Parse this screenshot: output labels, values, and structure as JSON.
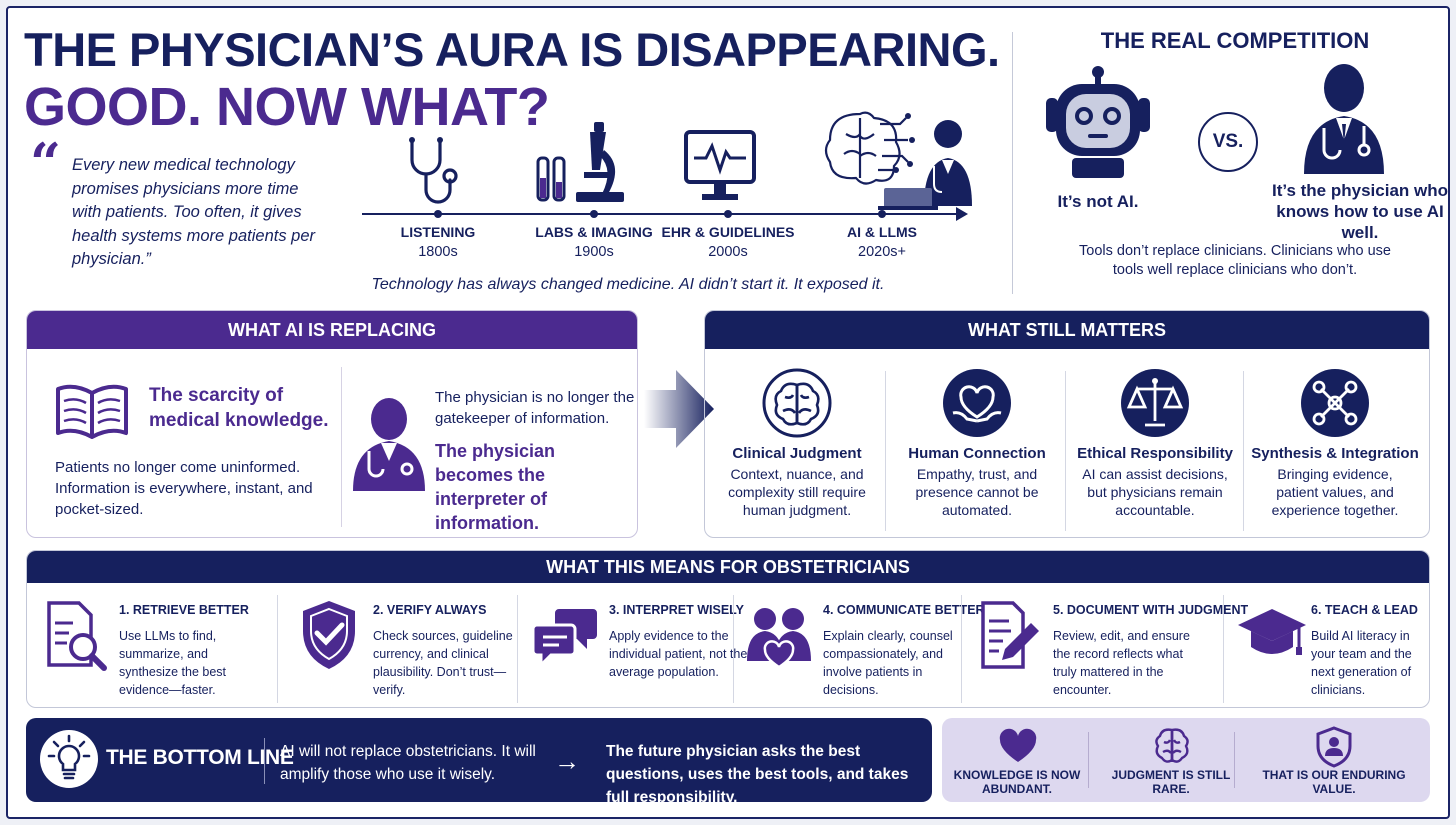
{
  "header": {
    "title_line1": "THE PHYSICIAN’S AURA IS DISAPPEARING.",
    "title_line2": "GOOD. NOW WHAT?",
    "quote_mark": "“",
    "quote": "Every new medical technology promises physicians more time with patients. Too often, it gives health systems more patients per physician.”"
  },
  "timeline": {
    "items": [
      {
        "label": "LISTENING",
        "year": "1800s",
        "icon": "stethoscope-icon"
      },
      {
        "label": "LABS & IMAGING",
        "year": "1900s",
        "icon": "microscope-icon"
      },
      {
        "label": "EHR & GUIDELINES",
        "year": "2000s",
        "icon": "monitor-icon"
      },
      {
        "label": "AI & LLMS",
        "year": "2020s+",
        "icon": "ai-doctor-icon"
      }
    ],
    "caption": "Technology has always changed medicine. AI didn’t start it. It exposed it."
  },
  "competition": {
    "title": "THE REAL COMPETITION",
    "vs": "VS.",
    "left_label": "It’s not AI.",
    "right_label": "It’s the physician who knows how to use AI well.",
    "subtext": "Tools don’t replace clinicians. Clinicians who use tools well replace clinicians who don’t."
  },
  "replacing": {
    "heading": "WHAT AI IS REPLACING",
    "scarcity": "The scarcity of medical knowledge.",
    "left_text": "Patients no longer come uninformed. Information is everywhere, instant, and pocket-sized.",
    "right_text1": "The physician is no longer the gatekeeper of information.",
    "right_text2": "The physician becomes the interpreter of information."
  },
  "matters": {
    "heading": "WHAT STILL MATTERS",
    "items": [
      {
        "title": "Clinical Judgment",
        "text": "Context, nuance, and complexity still require human judgment.",
        "icon": "brain-icon"
      },
      {
        "title": "Human Connection",
        "text": "Empathy, trust, and presence cannot be automated.",
        "icon": "heart-hands-icon"
      },
      {
        "title": "Ethical Responsibility",
        "text": "AI can assist decisions, but physicians remain accountable.",
        "icon": "scales-icon"
      },
      {
        "title": "Synthesis & Integration",
        "text": "Bringing evidence, patient values, and experience together.",
        "icon": "network-icon"
      }
    ]
  },
  "obstetricians": {
    "heading": "WHAT THIS MEANS FOR OBSTETRICIANS",
    "items": [
      {
        "title": "1. RETRIEVE BETTER",
        "text": "Use LLMs to find, summarize, and synthesize the best evidence—faster.",
        "icon": "document-search-icon"
      },
      {
        "title": "2. VERIFY ALWAYS",
        "text": "Check sources, guideline currency, and clinical plausibility. Don’t trust—verify.",
        "icon": "shield-check-icon"
      },
      {
        "title": "3. INTERPRET WISELY",
        "text": "Apply evidence to the individual patient, not the average population.",
        "icon": "chat-bubbles-icon"
      },
      {
        "title": "4. COMMUNICATE BETTER",
        "text": "Explain clearly, counsel compassionately, and involve patients in decisions.",
        "icon": "people-heart-icon"
      },
      {
        "title": "5. DOCUMENT WITH JUDGMENT",
        "text": "Review, edit, and ensure the record reflects what truly mattered in the encounter.",
        "icon": "document-pen-icon"
      },
      {
        "title": "6. TEACH & LEAD",
        "text": "Build AI literacy in your team and the next generation of clinicians.",
        "icon": "graduation-cap-icon"
      }
    ]
  },
  "bottom_line": {
    "title": "THE BOTTOM LINE",
    "text1": "AI will not replace obstetricians. It will amplify those who use it wisely.",
    "arrow": "→",
    "text2": "The future physician asks the best questions, uses the best tools, and takes full responsibility."
  },
  "truths": [
    {
      "text": "KNOWLEDGE IS NOW ABUNDANT.",
      "icon": "heart-icon"
    },
    {
      "text": "JUDGMENT IS STILL RARE.",
      "icon": "brain-icon"
    },
    {
      "text": "THAT IS OUR ENDURING VALUE.",
      "icon": "shield-person-icon"
    }
  ],
  "colors": {
    "navy": "#16205e",
    "purple": "#4b2a8f",
    "lavender": "#ddd8ef"
  }
}
